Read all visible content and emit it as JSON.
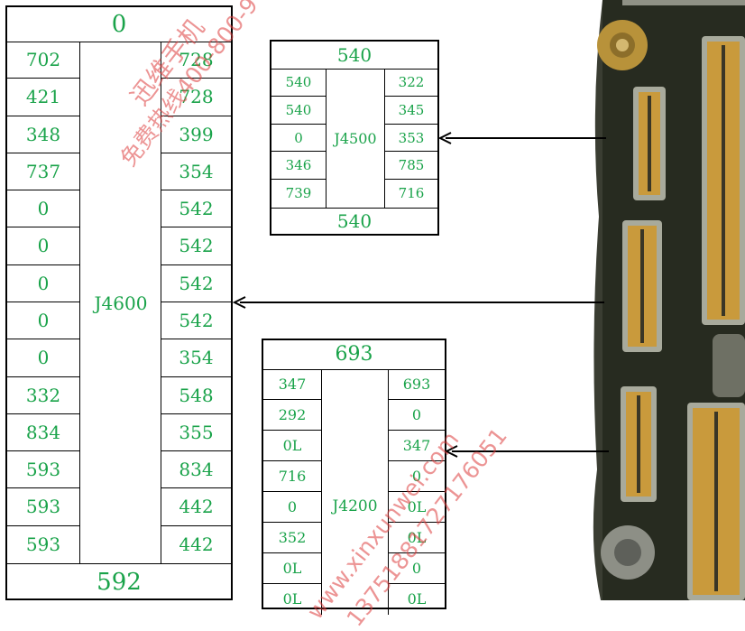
{
  "j4600": {
    "label": "J4600",
    "top": "0",
    "bottom": "592",
    "left": [
      "702",
      "421",
      "348",
      "737",
      "0",
      "0",
      "0",
      "0",
      "0",
      "332",
      "834",
      "593",
      "593",
      "593"
    ],
    "right": [
      "728",
      "728",
      "399",
      "354",
      "542",
      "542",
      "542",
      "542",
      "354",
      "548",
      "355",
      "834",
      "442",
      "442"
    ]
  },
  "j4500": {
    "label": "J4500",
    "top": "540",
    "bottom": "540",
    "left": [
      "540",
      "540",
      "0",
      "346",
      "739"
    ],
    "right": [
      "322",
      "345",
      "353",
      "785",
      "716"
    ]
  },
  "j4200": {
    "label": "J4200",
    "top": "693",
    "left": [
      "347",
      "292",
      "0L",
      "716",
      "0",
      "352",
      "0L",
      "0L"
    ],
    "right": [
      "693",
      "0",
      "347",
      "0",
      "0L",
      "0L",
      "0",
      "0L"
    ]
  },
  "watermarks": {
    "line1": "迅维手机",
    "line2": "免费热线400-800-9",
    "line3": "www.xinxunwei.com",
    "line4": "13751881727176051"
  },
  "colors": {
    "text": "#1aa34a",
    "border": "#000000",
    "board": "#2a2e22",
    "pad": "#c8a040"
  }
}
